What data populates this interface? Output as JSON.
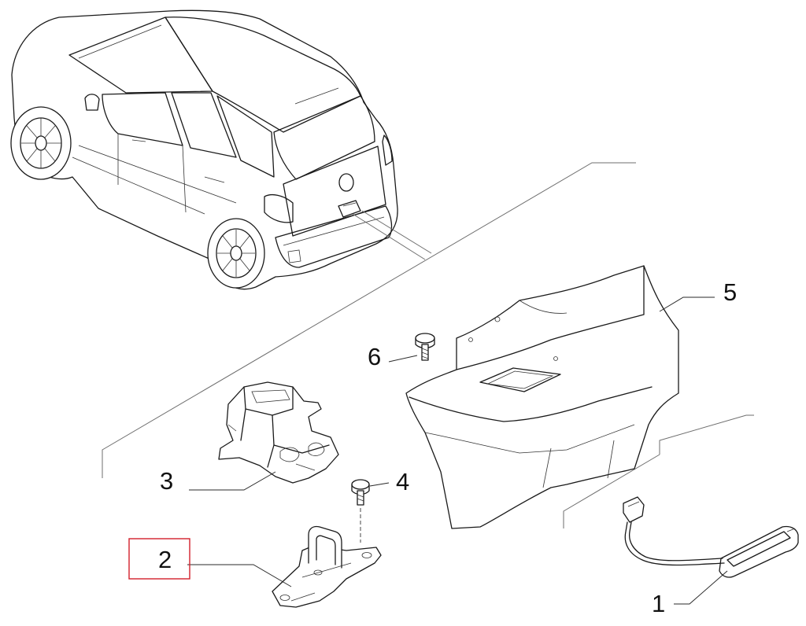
{
  "diagram": {
    "callouts": [
      {
        "id": "1",
        "label": "1"
      },
      {
        "id": "2",
        "label": "2",
        "highlighted": true
      },
      {
        "id": "3",
        "label": "3"
      },
      {
        "id": "4",
        "label": "4"
      },
      {
        "id": "5",
        "label": "5"
      },
      {
        "id": "6",
        "label": "6"
      }
    ],
    "highlight_color": "#d21f2b",
    "line_color": "#1a1a1a"
  }
}
